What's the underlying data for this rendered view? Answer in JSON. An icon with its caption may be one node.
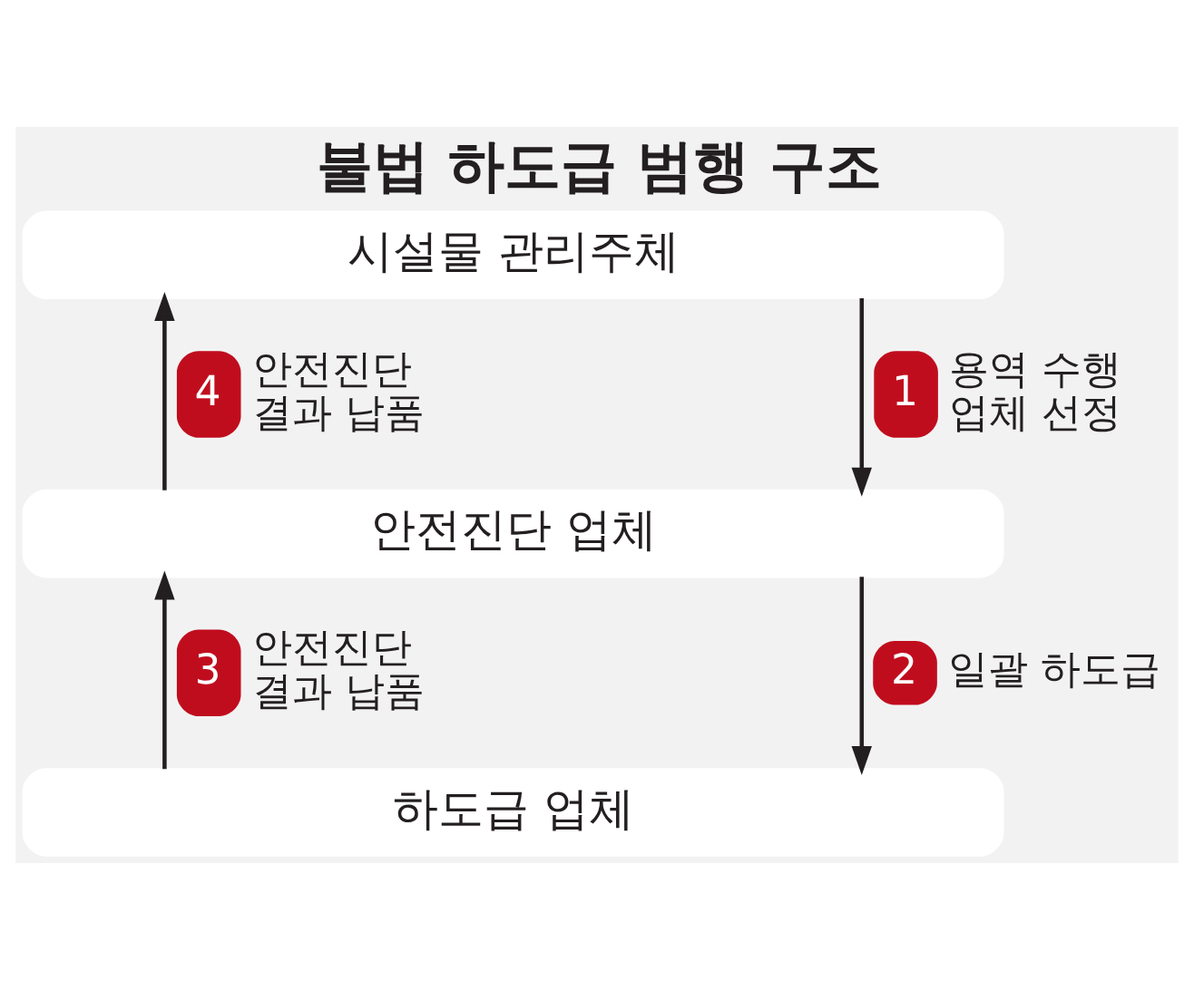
{
  "diagram": {
    "title": "불법 하도급 범행 구조",
    "nodes": [
      {
        "text": [
          "시설물 관리주체"
        ]
      },
      {
        "text": [
          "안전진단 업체"
        ]
      },
      {
        "text": [
          "하도급 업체"
        ]
      }
    ],
    "edges": [
      {
        "from": 1,
        "to": 0,
        "arrow": "to",
        "label": "안전진단 결과 납품"
      },
      {
        "from": 0,
        "to": 1,
        "arrow": "to",
        "label": "용역 수행 업체 선정"
      },
      {
        "from": 2,
        "to": 1,
        "arrow": "to",
        "label": "안전진단 결과 납품"
      },
      {
        "from": 1,
        "to": 2,
        "arrow": "to",
        "label": "일괄 하도급"
      }
    ],
    "labels": [
      "4",
      "1",
      "3",
      "2"
    ]
  }
}
